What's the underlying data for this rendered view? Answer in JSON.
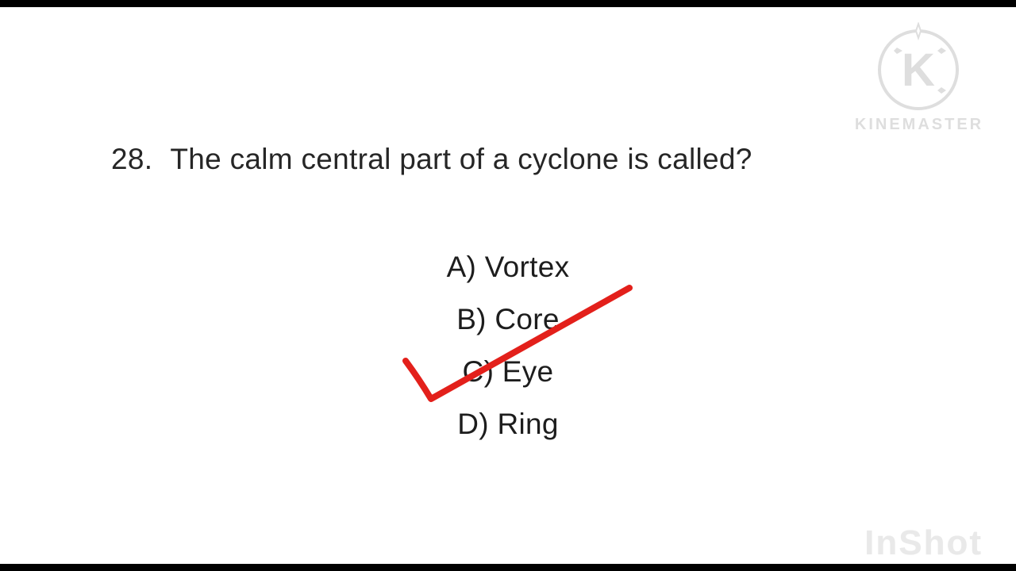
{
  "question": {
    "number": "28.",
    "text": "The calm central part of a cyclone is called?"
  },
  "options": [
    {
      "label": "A) Vortex"
    },
    {
      "label": "B) Core"
    },
    {
      "label": "C) Eye"
    },
    {
      "label": "D) Ring"
    }
  ],
  "answer_mark": {
    "type": "checkmark",
    "marked_option": "C) Eye",
    "color": "#e3201b"
  },
  "watermarks": {
    "kinemaster": {
      "letter": "K",
      "label": "KINEMASTER",
      "color": "#dedede"
    },
    "inshot": {
      "label": "InShot"
    }
  },
  "colors": {
    "background": "#ffffff",
    "letterbox": "#000000",
    "text": "#1d1d1d"
  }
}
